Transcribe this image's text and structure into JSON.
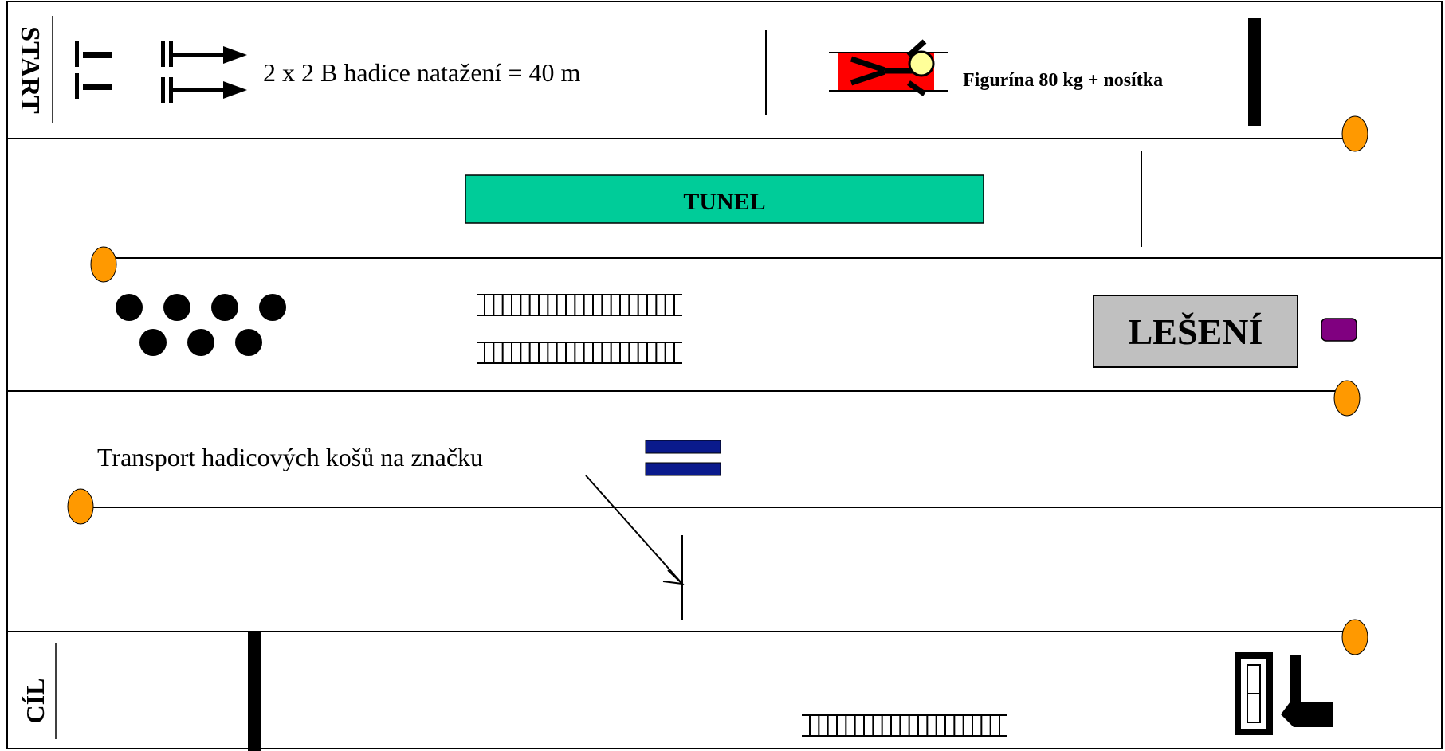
{
  "diagram": {
    "start_label": "START",
    "finish_label": "CÍL",
    "hose_text": "2 x 2 B hadice natažení = 40 m",
    "dummy_text": "Figurína 80 kg + nosítka",
    "tunnel_label": "TUNEL",
    "scaffold_label": "LEŠENÍ",
    "transport_text": "Transport hadicových košů na značku"
  },
  "colors": {
    "tunnel_fill": "#00cc99",
    "dummy_fill": "#ff0000",
    "dummy_head": "#ffff99",
    "marker_fill": "#ff9900",
    "scaffold_fill": "#c0c0c0",
    "purple_marker": "#800080",
    "hose_basket": "#0a1a8c",
    "ink": "#000000"
  },
  "icons": [
    "double-arrow-icon",
    "dummy-figure-icon",
    "ladder-icon",
    "cone-marker-icon",
    "hose-basket-icon",
    "cabinet-icon",
    "boot-icon",
    "tire-dot-icon"
  ]
}
